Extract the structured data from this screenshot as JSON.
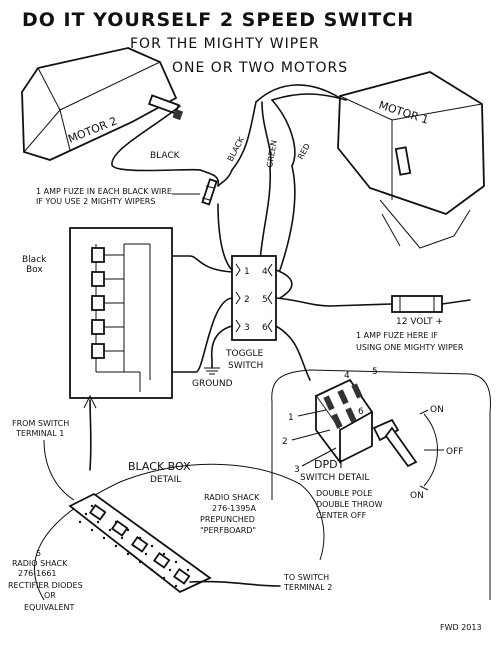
{
  "title": "DO IT YOURSELF 2 SPEED SWITCH",
  "subtitle": "FOR THE MIGHTY WIPER",
  "subtitle2": "ONE OR TWO MOTORS",
  "motor1_label": "MOTOR 1",
  "motor2_label": "MOTOR 2",
  "wire_black": "BLACK",
  "wire_black2": "BLACK",
  "wire_green": "GREEN",
  "wire_red": "RED",
  "fuse_note_line1": "1 AMP FUZE IN EACH BLACK WIRE",
  "fuse_note_line2": "IF YOU USE 2 MIGHTY WIPERS",
  "black_box_label_line1": "Black",
  "black_box_label_line2": "Box",
  "terminals": [
    "1",
    "2",
    "3",
    "4",
    "5",
    "6"
  ],
  "toggle_switch_line1": "TOGGLE",
  "toggle_switch_line2": "SWITCH",
  "ground_label": "GROUND",
  "volt_label": "12 VOLT +",
  "fuse_single_line1": "1 AMP FUZE HERE IF",
  "fuse_single_line2": "USING ONE MIGHTY WIPER",
  "dpdt_terminals": [
    "1",
    "2",
    "3",
    "4",
    "5",
    "6"
  ],
  "dpdt_on_top": "ON",
  "dpdt_off": "OFF",
  "dpdt_on_bottom": "ON",
  "dpdt_title_line1": "DPDT",
  "dpdt_title_line2": "SWITCH DETAIL",
  "dpdt_desc_line1": "DOUBLE POLE",
  "dpdt_desc_line2": "DOUBLE THROW",
  "dpdt_desc_line3": "CENTER OFF",
  "from_switch_line1": "FROM SWITCH",
  "from_switch_line2": "TERMINAL 1",
  "black_box_detail_line1": "BLACK BOX",
  "black_box_detail_line2": "DETAIL",
  "radio_shack_board_line1": "RADIO SHACK",
  "radio_shack_board_line2": "276-1395A",
  "radio_shack_board_line3": "PREPUNCHED",
  "radio_shack_board_line4": "\"PERFBOARD\"",
  "diodes_line1": "5",
  "diodes_line2": "RADIO SHACK",
  "diodes_line3": "276-1661",
  "diodes_line4": "RECTIFIER DIODES",
  "diodes_line5": "OR",
  "diodes_line6": "EQUIVALENT",
  "to_switch_line1": "TO SWITCH",
  "to_switch_line2": "TERMINAL 2",
  "signature": "FWD 2013"
}
